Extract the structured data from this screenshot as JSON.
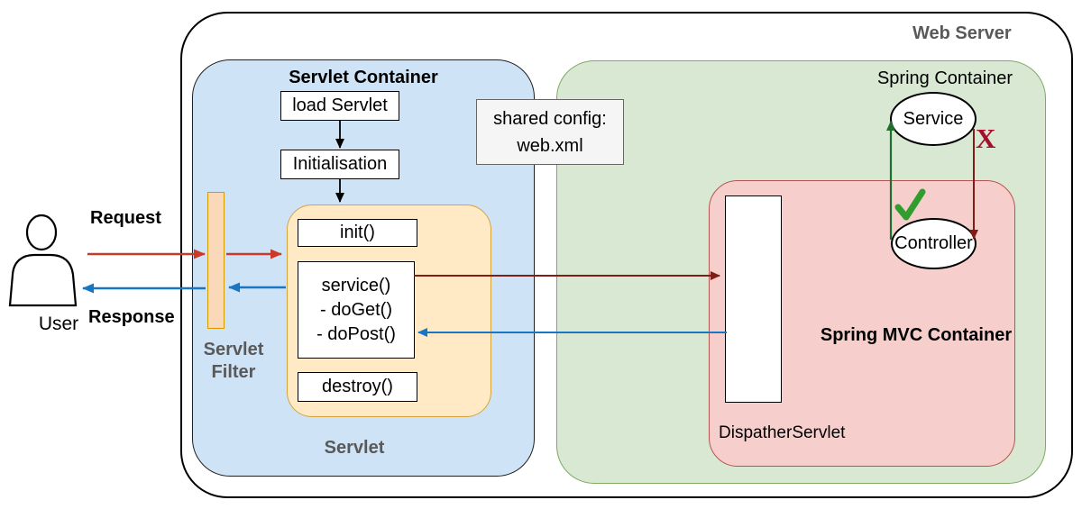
{
  "colors": {
    "blue_fill": "#cfe3f7",
    "green_fill": "#d8e8d3",
    "green_border": "#7cab62",
    "red_fill": "#f6cfcc",
    "red_border": "#b85450",
    "yellow_fill": "#ffeac5",
    "yellow_border": "#d8a23c",
    "filter_fill": "#fad9ba",
    "filter_border": "#d79b00",
    "config_fill": "#f5f5f5",
    "config_border": "#666666",
    "gray_label": "#595959",
    "request_red": "#cb3a28",
    "response_blue": "#1976c5",
    "flow_dark_red": "#7f1d16",
    "flow_green": "#1d6f2b",
    "check_green": "#2f9e2f",
    "x_red": "#a50f2d"
  },
  "web_server": {
    "label": "Web Server"
  },
  "servlet_container": {
    "label": "Servlet Container",
    "load_servlet": "load Servlet",
    "initialisation": "Initialisation",
    "init": "init()",
    "service_lines": [
      "service()",
      "- doGet()",
      "- doPost()"
    ],
    "destroy": "destroy()",
    "servlet_group_label": "Servlet",
    "filter_label_line1": "Servlet",
    "filter_label_line2": "Filter"
  },
  "spring_container": {
    "label": "Spring Container",
    "service_node": "Service",
    "controller_node": "Controller",
    "check_symbol": "✓",
    "x_symbol": "X",
    "mvc": {
      "label": "Spring MVC Container",
      "dispatcher_label": "DispatherServlet"
    }
  },
  "shared_config": {
    "line1": "shared config:",
    "line2": "web.xml"
  },
  "user": {
    "label": "User",
    "request_label": "Request",
    "response_label": "Response"
  }
}
